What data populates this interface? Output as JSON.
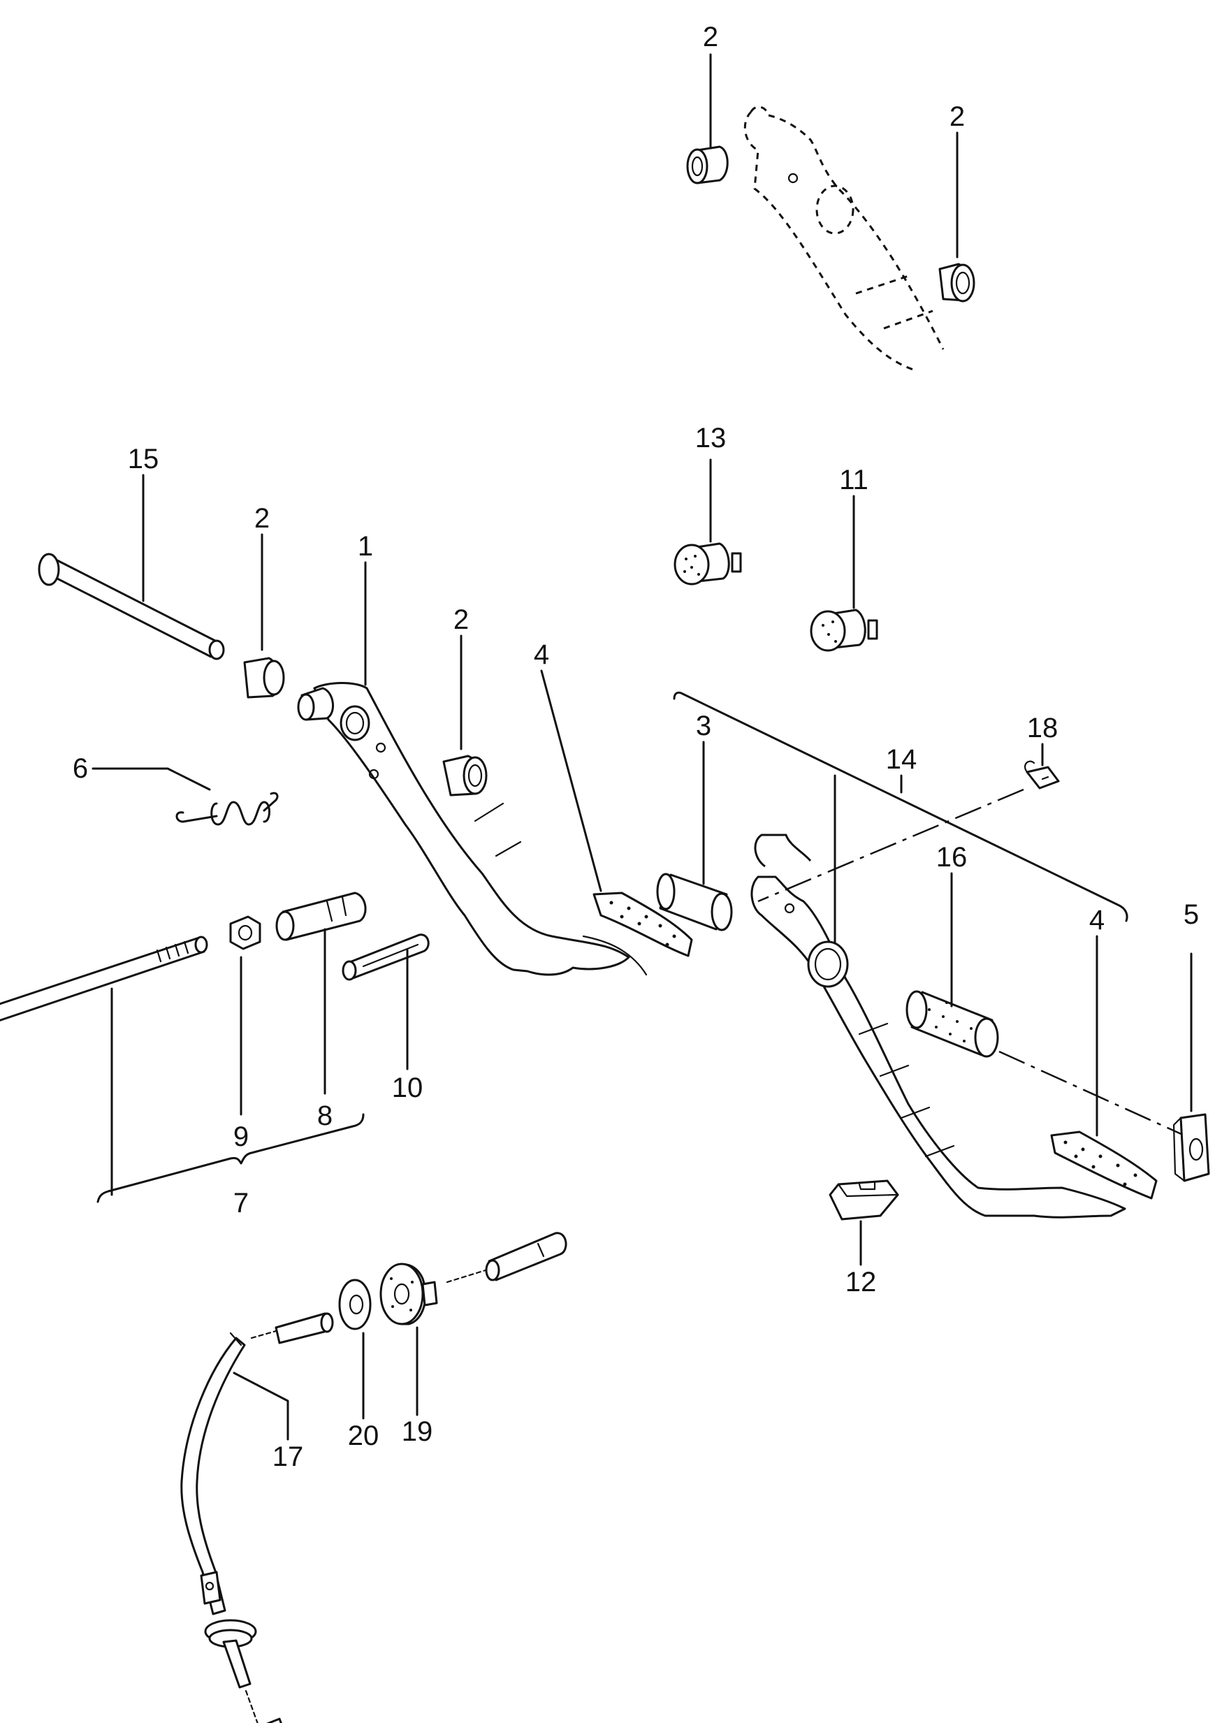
{
  "callouts": [
    {
      "id": "c-2-top",
      "text": "2"
    },
    {
      "id": "c-2-topright",
      "text": "2"
    },
    {
      "id": "c-15",
      "text": "15"
    },
    {
      "id": "c-2-left",
      "text": "2"
    },
    {
      "id": "c-1",
      "text": "1"
    },
    {
      "id": "c-2-mid",
      "text": "2"
    },
    {
      "id": "c-4-left",
      "text": "4"
    },
    {
      "id": "c-13",
      "text": "13"
    },
    {
      "id": "c-11",
      "text": "11"
    },
    {
      "id": "c-6",
      "text": "6"
    },
    {
      "id": "c-3",
      "text": "3"
    },
    {
      "id": "c-14",
      "text": "14"
    },
    {
      "id": "c-18",
      "text": "18"
    },
    {
      "id": "c-16",
      "text": "16"
    },
    {
      "id": "c-4-right",
      "text": "4"
    },
    {
      "id": "c-5",
      "text": "5"
    },
    {
      "id": "c-9",
      "text": "9"
    },
    {
      "id": "c-8",
      "text": "8"
    },
    {
      "id": "c-10",
      "text": "10"
    },
    {
      "id": "c-7",
      "text": "7"
    },
    {
      "id": "c-12",
      "text": "12"
    },
    {
      "id": "c-20",
      "text": "20"
    },
    {
      "id": "c-19",
      "text": "19"
    },
    {
      "id": "c-17",
      "text": "17"
    }
  ]
}
